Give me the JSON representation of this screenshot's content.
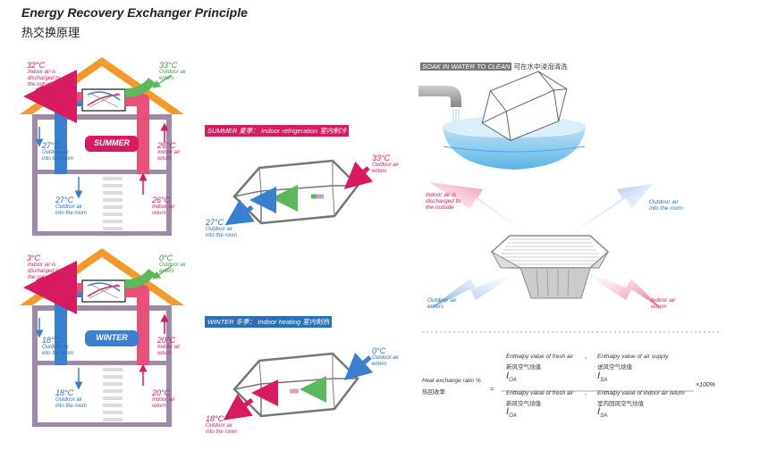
{
  "title": "Energy Recovery Exchanger Principle",
  "subtitle": "热交换原理",
  "summer": {
    "label": "SUMMER",
    "banner": "SUMMER 夏季：  Indoor refrigeration 室内制冷",
    "discharge_temp": "32°C",
    "discharge_note": "Indoor air is discharged to the outside",
    "outdoor_temp": "33°C",
    "outdoor_note": "Outdoor air enters",
    "left_upper_temp": "27°C",
    "left_upper_note": "Outdoor air into the room",
    "right_upper_temp": "26°C",
    "right_upper_note": "Indoor air return",
    "left_lower_temp": "27°C",
    "left_lower_note": "Outdoor air into the room",
    "right_lower_temp": "26°C",
    "right_lower_note": "Indoor air return",
    "core_in_temp": "33°C",
    "core_in_note": "Outdoor air enters",
    "core_out_temp": "27°C",
    "core_out_note": "Outdoor air into the room"
  },
  "winter": {
    "label": "WINTER",
    "banner": "WINTER 冬季：  Indoor heating 室内制热",
    "discharge_temp": "3°C",
    "discharge_note": "Indoor air is discharged to the outside",
    "outdoor_temp": "0°C",
    "outdoor_note": "Outdoor air enters",
    "left_upper_temp": "18°C",
    "left_upper_note": "Outdoor air into the room",
    "right_upper_temp": "20°C",
    "right_upper_note": "Indoor air return",
    "left_lower_temp": "18°C",
    "left_lower_note": "Outdoor air into the room",
    "right_lower_temp": "20°C",
    "right_lower_note": "Indoor air return",
    "core_in_temp": "0°C",
    "core_in_note": "Outdoor air enters",
    "core_out_temp": "18°C",
    "core_out_note": "Outdoor air into the room"
  },
  "soak": {
    "label_en": "SOAK IN WATER TO CLEAN",
    "label_cn": "可在水中浸泡清洗"
  },
  "core_diagram": {
    "indoor_discharge": "Indoor air is discharged to the outside",
    "outdoor_into_room": "Outdoor air into the room",
    "outdoor_enters": "Outdoor air enters",
    "indoor_return": "Indoor air return"
  },
  "formula": {
    "label_en": "Heat exchange ratio %",
    "label_cn": "热回收率",
    "num1_en": "Enthalpy value of fresh air",
    "num1_cn": "新风空气焓值",
    "num1_sym": "I",
    "num1_sub": "OA",
    "num2_en": "Enthalpy value of air supply",
    "num2_cn": "送风空气焓值",
    "num2_sym": "I",
    "num2_sub": "SA",
    "den1_en": "Enthalpy value of fresh air",
    "den1_cn": "新风空气焓值",
    "den1_sym": "I",
    "den1_sub": "OA",
    "den2_en": "Enthalpy value of indoor air return",
    "den2_cn": "室内回风空气焓值",
    "den2_sym": "I",
    "den2_sub": "SA",
    "equals": "=",
    "minus": "-",
    "multiplier": "×100%"
  },
  "colors": {
    "red": "#d81b60",
    "blue": "#3b7fd0",
    "green": "#5cb85c",
    "roof": "#f39a2b",
    "wall": "#9c8ba6",
    "summer_banner": "#d81b60",
    "winter_banner": "#2a6fb8"
  }
}
